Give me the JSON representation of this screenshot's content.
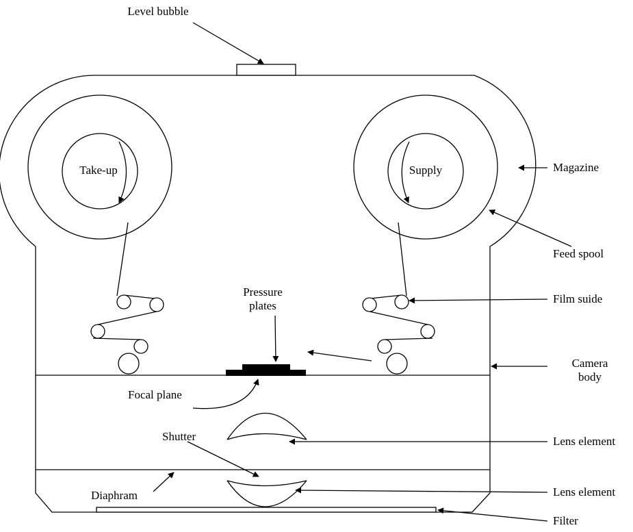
{
  "diagram": {
    "labels": {
      "level_bubble": "Level bubble",
      "take_up": "Take-up",
      "supply": "Supply",
      "magazine": "Magazine",
      "feed_spool": "Feed spool",
      "film_guide": "Film suide",
      "pressure_plates_line1": "Pressure",
      "pressure_plates_line2": "plates",
      "camera_body_line1": "Camera",
      "camera_body_line2": "body",
      "focal_plane": "Focal plane",
      "shutter": "Shutter",
      "lens_element_upper": "Lens element",
      "lens_element_lower": "Lens element",
      "diaphragm": "Diaphram",
      "filter": "Filter"
    }
  }
}
